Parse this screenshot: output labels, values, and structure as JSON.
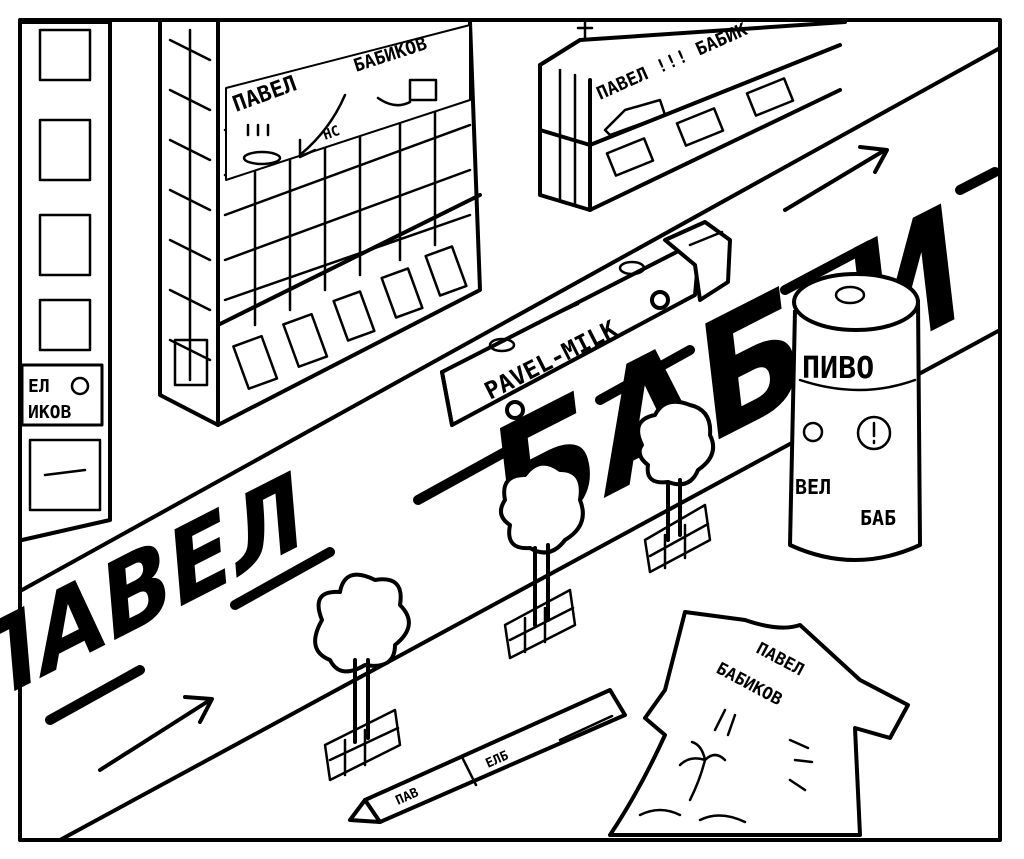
{
  "scene": {
    "road_text": "ПАВЕЛ",
    "road_text_second": "БАБ И",
    "truck": {
      "label": "PAVEL-MILK"
    },
    "left_tower": {
      "sign_line1": "ЕЛ",
      "sign_line2": "ИКОВ"
    },
    "center_tower": {
      "sign_first": "ПАВЕЛ",
      "sign_last": "БАБИКОВ",
      "small_sign": "НС"
    },
    "right_building": {
      "sign": "ПАВЕЛ !!! БАБИК"
    },
    "beer_can": {
      "label": "ПИВО",
      "line_a": "ВЕЛ",
      "line_b": "БАБ"
    },
    "tshirt": {
      "line1": "ПАВЕЛ",
      "line2": "БАБИКОВ"
    },
    "pen": {
      "label_a": "ПАВ",
      "label_b": "ЕЛБ"
    }
  }
}
